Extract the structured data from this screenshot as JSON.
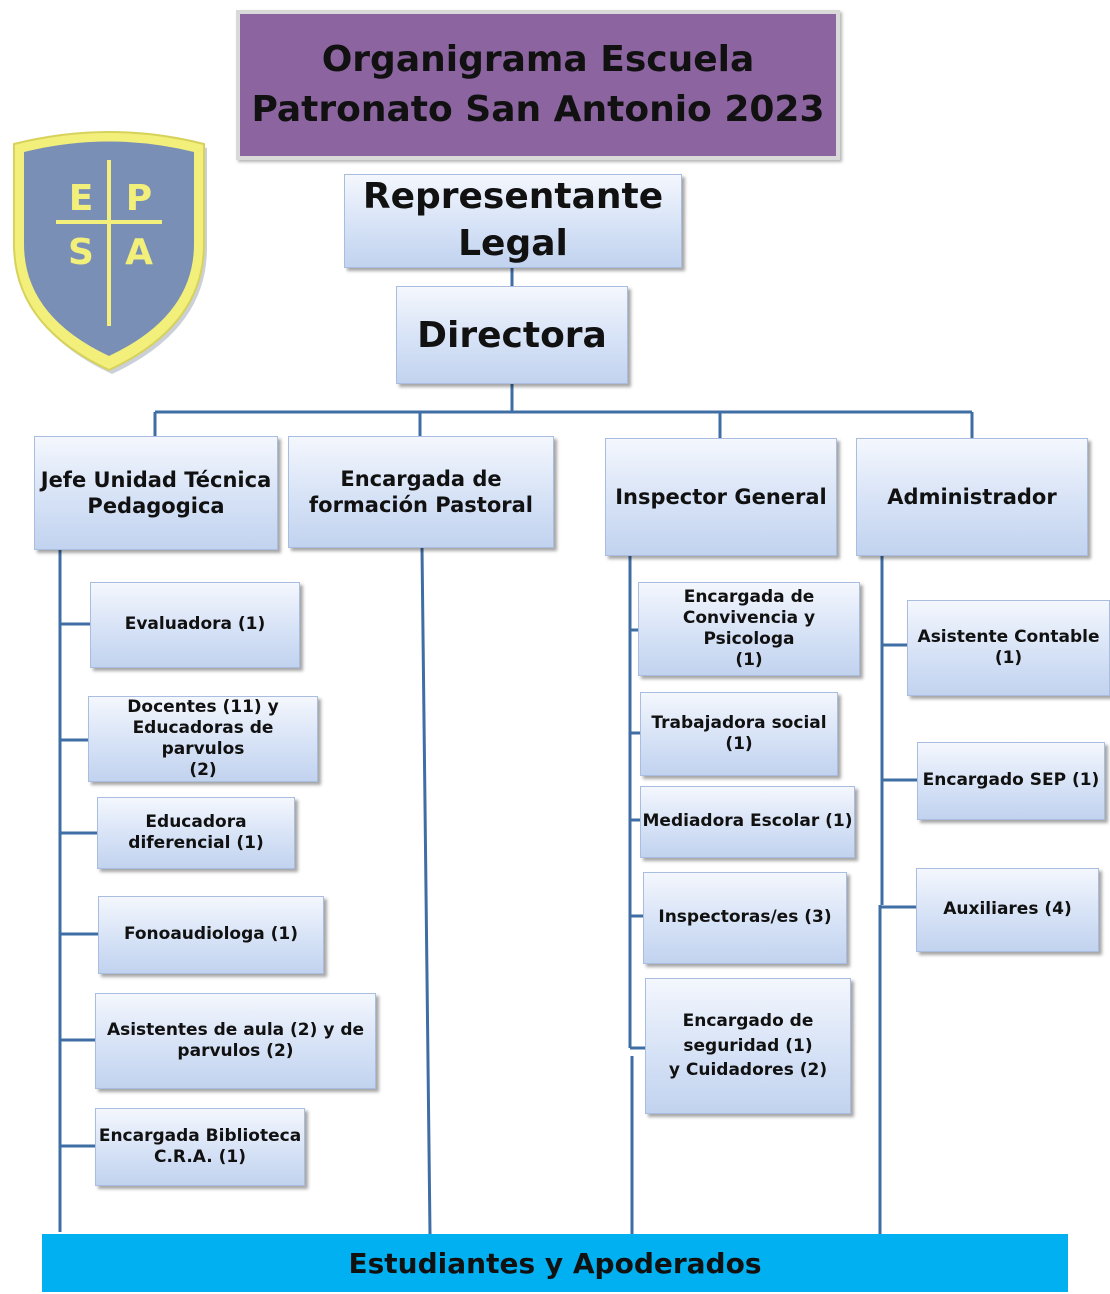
{
  "title": {
    "line1": "Organigrama Escuela",
    "line2": "Patronato San Antonio 2023"
  },
  "logo": {
    "letters": [
      "E",
      "P",
      "S",
      "A"
    ],
    "color_fill": "#7a8fb5",
    "color_border": "#f2ef7a"
  },
  "representante": "Representante\nLegal",
  "directora": "Directora",
  "heads": {
    "utp": "Jefe Unidad Técnica\nPedagogica",
    "pastoral": "Encargada de\nformación Pastoral",
    "inspector": "Inspector General",
    "admin": "Administrador"
  },
  "utp_items": [
    "Evaluadora (1)",
    "Docentes (11) y\nEducadoras de parvulos\n(2)",
    "Educadora\ndiferencial (1)",
    "Fonoaudiologa (1)",
    "Asistentes de aula (2) y de\nparvulos (2)",
    "Encargada Biblioteca\nC.R.A. (1)"
  ],
  "inspector_items": [
    "Encargada de\nConvivencia y Psicologa\n(1)",
    "Trabajadora social (1)",
    "Mediadora Escolar (1)",
    "Inspectoras/es (3)",
    "Encargado de\nseguridad (1)\ny Cuidadores (2)"
  ],
  "admin_items": [
    "Asistente Contable (1)",
    "Encargado SEP (1)",
    "Auxiliares (4)"
  ],
  "bottom": "Estudiantes  y Apoderados",
  "colors": {
    "title_bg": "#8b64a0",
    "line": "#3f6ea5",
    "bottom_bg": "#00b0f0"
  }
}
